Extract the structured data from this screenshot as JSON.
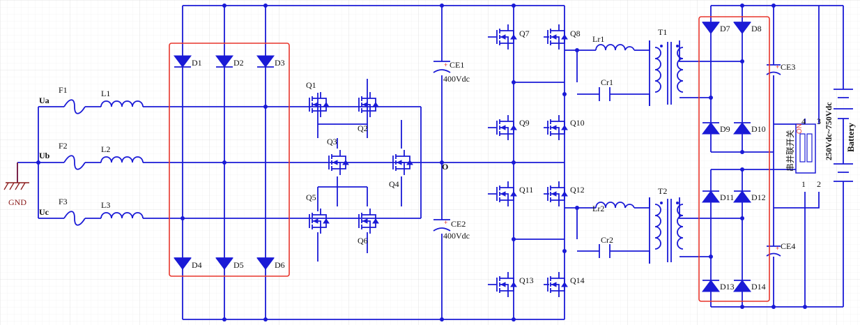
{
  "colors": {
    "wire": "#1a1ad6",
    "highlight": "#e8352b",
    "ground": "#8b1a1a",
    "background": "#ffffff"
  },
  "labels": {
    "ua": "Ua",
    "ub": "Ub",
    "uc": "Uc",
    "gnd": "GND",
    "f1": "F1",
    "f2": "F2",
    "f3": "F3",
    "l1": "L1",
    "l2": "L2",
    "l3": "L3",
    "d1": "D1",
    "d2": "D2",
    "d3": "D3",
    "d4": "D4",
    "d5": "D5",
    "d6": "D6",
    "q1": "Q1",
    "q2": "Q2",
    "q3": "Q3",
    "q4": "Q4",
    "q5": "Q5",
    "q6": "Q6",
    "ce1": "CE1",
    "ce1_rating": "400Vdc",
    "ce2": "CE2",
    "ce2_rating": "400Vdc",
    "node_o": "O",
    "q7": "Q7",
    "q8": "Q8",
    "q9": "Q9",
    "q10": "Q10",
    "q11": "Q11",
    "q12": "Q12",
    "q13": "Q13",
    "q14": "Q14",
    "lr1": "Lr1",
    "cr1": "Cr1",
    "t1": "T1",
    "lr2": "Lr2",
    "cr2": "Cr2",
    "t2": "T2",
    "d7": "D7",
    "d8": "D8",
    "d9": "D9",
    "d10": "D10",
    "d11": "D11",
    "d12": "D12",
    "d13": "D13",
    "d14": "D14",
    "ce3": "CE3",
    "ce4": "CE4",
    "switch_name": "串并联开关",
    "switch_on": "ON",
    "pin1": "1",
    "pin2": "2",
    "pin3": "3",
    "pin4": "4",
    "voltage_range": "250Vdc~750Vdc",
    "battery": "Battery"
  }
}
